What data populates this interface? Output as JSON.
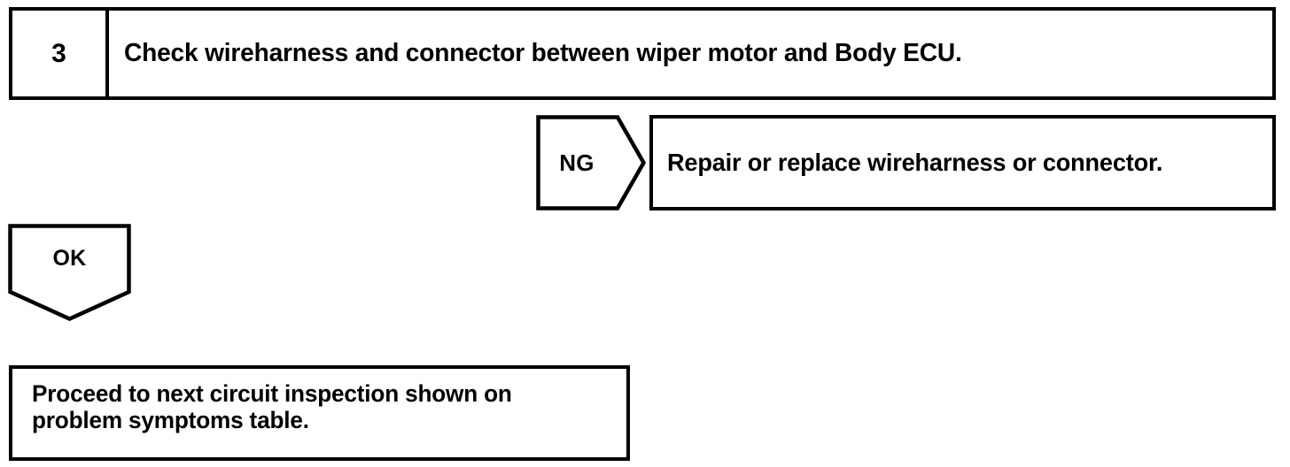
{
  "flowchart": {
    "step": {
      "number": "3",
      "instruction": "Check wireharness and connector between wiper motor and Body ECU."
    },
    "branches": {
      "ng": {
        "label": "NG",
        "result": "Repair or replace wireharness or connector."
      },
      "ok": {
        "label": "OK"
      }
    },
    "outcome": {
      "line1": "Proceed to next circuit inspection shown on",
      "line2": "problem symptoms table."
    }
  },
  "style": {
    "stroke_color": "#000000",
    "background_color": "#ffffff"
  }
}
